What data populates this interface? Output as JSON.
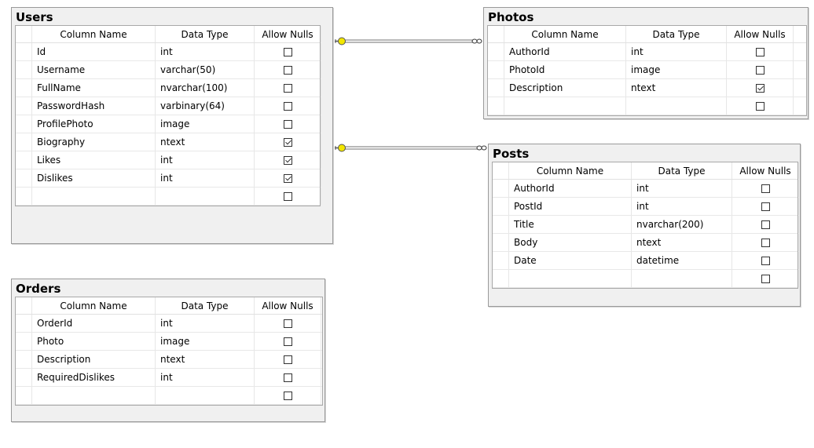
{
  "columns_header": {
    "name": "Column Name",
    "type": "Data Type",
    "nulls": "Allow Nulls"
  },
  "tables": {
    "users": {
      "title": "Users",
      "rows": [
        {
          "name": "Id",
          "type": "int",
          "nulls": false
        },
        {
          "name": "Username",
          "type": "varchar(50)",
          "nulls": false
        },
        {
          "name": "FullName",
          "type": "nvarchar(100)",
          "nulls": false
        },
        {
          "name": "PasswordHash",
          "type": "varbinary(64)",
          "nulls": false
        },
        {
          "name": "ProfilePhoto",
          "type": "image",
          "nulls": false
        },
        {
          "name": "Biography",
          "type": "ntext",
          "nulls": true
        },
        {
          "name": "Likes",
          "type": "int",
          "nulls": true
        },
        {
          "name": "Dislikes",
          "type": "int",
          "nulls": true
        }
      ]
    },
    "photos": {
      "title": "Photos",
      "rows": [
        {
          "name": "AuthorId",
          "type": "int",
          "nulls": false
        },
        {
          "name": "PhotoId",
          "type": "image",
          "nulls": false
        },
        {
          "name": "Description",
          "type": "ntext",
          "nulls": true
        }
      ]
    },
    "posts": {
      "title": "Posts",
      "rows": [
        {
          "name": "AuthorId",
          "type": "int",
          "nulls": false
        },
        {
          "name": "PostId",
          "type": "int",
          "nulls": false
        },
        {
          "name": "Title",
          "type": "nvarchar(200)",
          "nulls": false
        },
        {
          "name": "Body",
          "type": "ntext",
          "nulls": false
        },
        {
          "name": "Date",
          "type": "datetime",
          "nulls": false
        }
      ]
    },
    "orders": {
      "title": "Orders",
      "rows": [
        {
          "name": "OrderId",
          "type": "int",
          "nulls": false
        },
        {
          "name": "Photo",
          "type": "image",
          "nulls": false
        },
        {
          "name": "Description",
          "type": "ntext",
          "nulls": false
        },
        {
          "name": "RequiredDislikes",
          "type": "int",
          "nulls": false
        }
      ]
    }
  },
  "colors": {
    "key_symbol": "#f2e600",
    "line": "#707070"
  }
}
